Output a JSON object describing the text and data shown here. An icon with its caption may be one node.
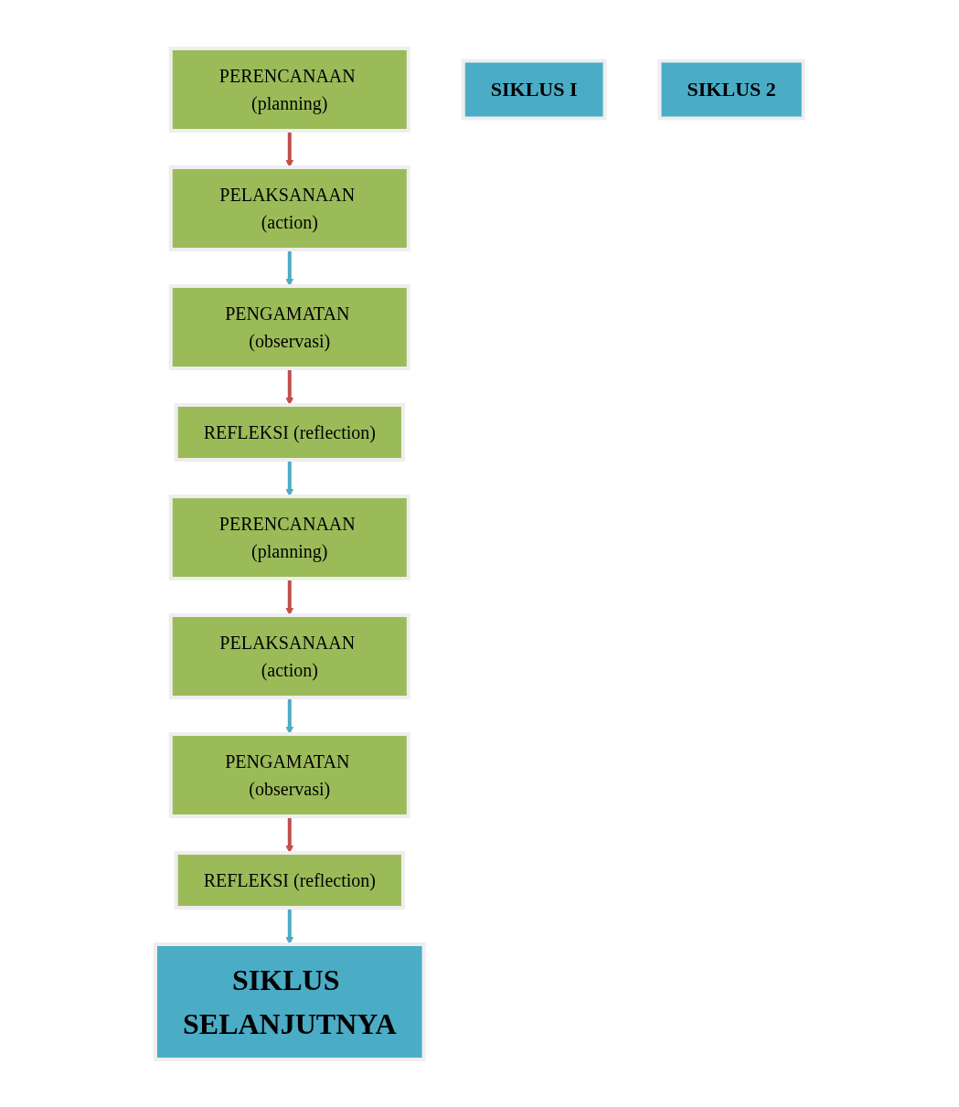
{
  "diagram": {
    "nodes": [
      {
        "text": [
          "PERENCANAAN (planning)"
        ]
      },
      {
        "text": [
          "PELAKSANAAN (action)"
        ]
      },
      {
        "text": [
          "SIKLUS   I"
        ]
      },
      {
        "text": [
          "REFLEKSI (reflection)"
        ]
      },
      {
        "text": [
          "PENGAMATAN (observasi)"
        ]
      },
      {
        "text": [
          "PERENCANAAN (planning)"
        ]
      },
      {
        "text": [
          "PELAKSANAAN (action)"
        ]
      },
      {
        "text": [
          "SIKLUS 2"
        ]
      },
      {
        "text": [
          "REFLEKSI (reflection)"
        ]
      },
      {
        "text": [
          "PENGAMATAN (observasi)"
        ]
      },
      {
        "text": [
          "SIKLUS SELANJUTNYA"
        ]
      }
    ],
    "edges": [
      {
        "from": 0,
        "to": 1,
        "arrow": "to",
        "color": "#c0504d"
      },
      {
        "from": 1,
        "to": 4,
        "arrow": "to",
        "color": "#4bacc6"
      },
      {
        "from": 4,
        "to": 3,
        "arrow": "to",
        "color": "#c0504d"
      },
      {
        "from": 3,
        "to": 5,
        "arrow": "to",
        "color": "#4bacc6"
      },
      {
        "from": 5,
        "to": 6,
        "arrow": "to",
        "color": "#c0504d"
      },
      {
        "from": 6,
        "to": 9,
        "arrow": "to",
        "color": "#4bacc6"
      },
      {
        "from": 9,
        "to": 8,
        "arrow": "to",
        "color": "#c0504d"
      },
      {
        "from": 8,
        "to": 10,
        "arrow": "to",
        "color": "#4bacc6"
      }
    ]
  }
}
